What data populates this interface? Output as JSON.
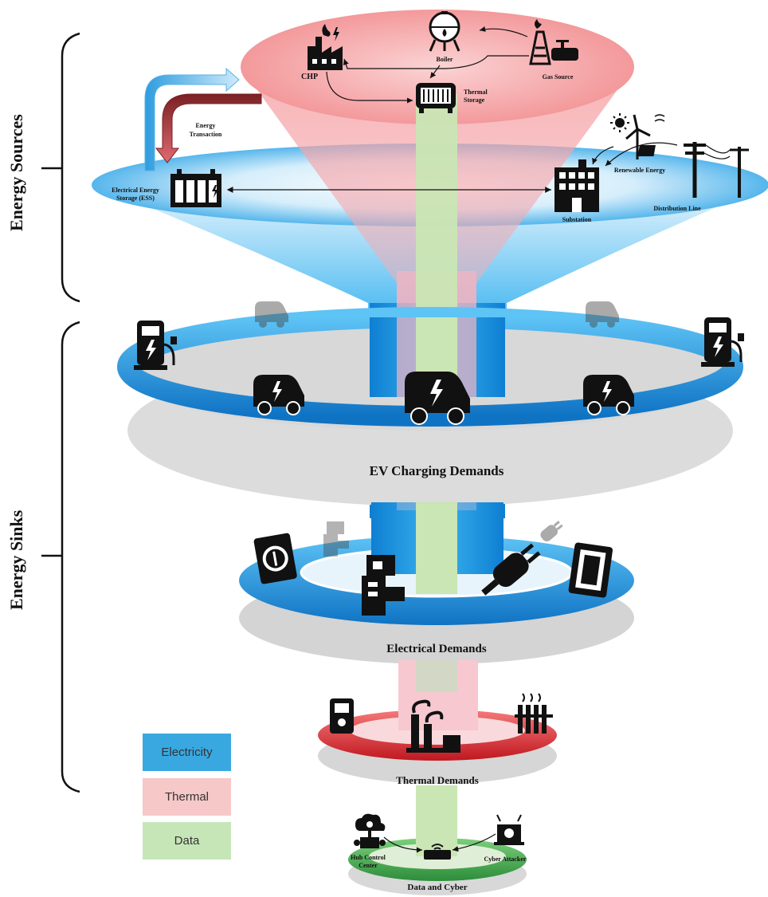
{
  "side_labels": {
    "sources": "Energy Sources",
    "sinks": "Energy Sinks"
  },
  "top_layer": {
    "chp": "CHP",
    "boiler": "Boiler",
    "gas_source": "Gas Source",
    "thermal_storage_line1": "Thermal",
    "thermal_storage_line2": "Storage",
    "energy_transaction_line1": "Energy",
    "energy_transaction_line2": "Transaction",
    "ess_line1": "Electrical Energy",
    "ess_line2": "Storage (ESS)",
    "renewable": "Renewable Energy",
    "substation": "Substation",
    "distribution_line": "Distribution Line"
  },
  "layers": {
    "ev": "EV Charging Demands",
    "electrical": "Electrical Demands",
    "thermal": "Thermal Demands",
    "data": "Data and Cyber"
  },
  "bottom_layer": {
    "hub_line1": "Hub Control",
    "hub_line2": "Center",
    "attacker": "Cyber Attacker"
  },
  "legend": [
    {
      "label": "Electricity",
      "color": "#3aa8e0"
    },
    {
      "label": "Thermal",
      "color": "#f6c8c8"
    },
    {
      "label": "Data",
      "color": "#c6e6b8"
    }
  ],
  "colors": {
    "electricity": "#1e8fd8",
    "thermal": "#f4a7a7",
    "data": "#c9e6b4",
    "thermal_ring": "#d8262c",
    "data_ring": "#3ca84b",
    "platform_grey": "#dcdcdc"
  }
}
